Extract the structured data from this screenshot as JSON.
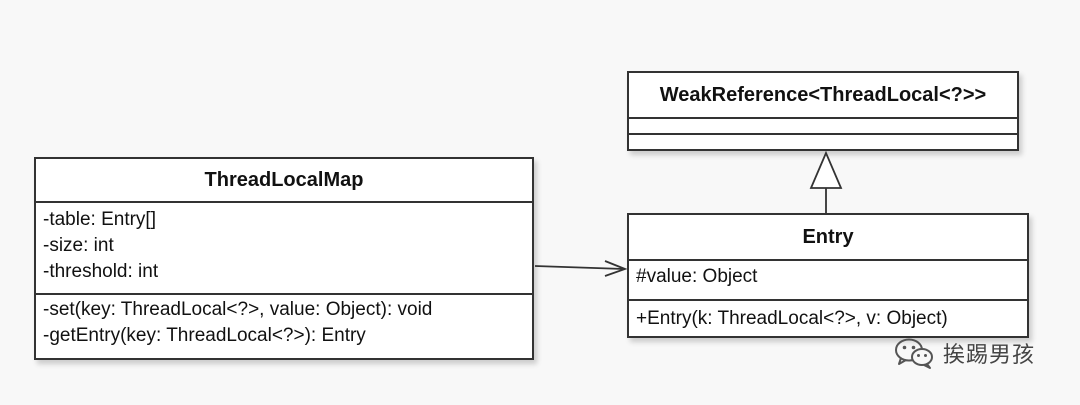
{
  "classes": {
    "thread_local_map": {
      "name": "ThreadLocalMap",
      "attributes": [
        "-table: Entry[]",
        "-size: int",
        "-threshold: int"
      ],
      "operations": [
        "-set(key: ThreadLocal<?>, value: Object): void",
        "-getEntry(key: ThreadLocal<?>): Entry"
      ]
    },
    "weak_reference": {
      "name": "WeakReference<ThreadLocal<?>>",
      "attributes": [],
      "operations": []
    },
    "entry": {
      "name": "Entry",
      "attributes": [
        "#value: Object"
      ],
      "operations": [
        "+Entry(k: ThreadLocal<?>, v: Object)"
      ]
    }
  },
  "relations": [
    {
      "from": "ThreadLocalMap",
      "to": "Entry",
      "type": "association"
    },
    {
      "from": "Entry",
      "to": "WeakReference<ThreadLocal<?>>",
      "type": "generalization"
    }
  ],
  "watermark": {
    "text": "挨踢男孩",
    "icon": "wechat-icon"
  }
}
